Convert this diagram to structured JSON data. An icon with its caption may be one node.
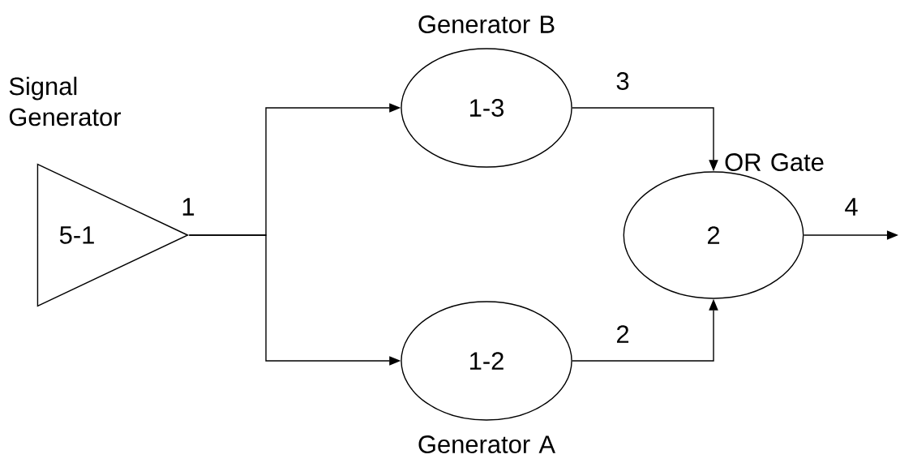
{
  "diagram": {
    "nodes": [
      {
        "text": [
          "5-1"
        ],
        "beside": [
          "Signal Generator"
        ]
      },
      {
        "text": [
          "1-3"
        ],
        "beside": [
          "Generator B"
        ]
      },
      {
        "text": [
          "1-2"
        ],
        "beside": [
          "Generator A"
        ]
      },
      {
        "text": [
          "2"
        ],
        "beside": [
          "OR Gate"
        ]
      }
    ],
    "edges": [
      {
        "from": 0,
        "to": 1,
        "arrow": "to",
        "label": "1"
      },
      {
        "from": 0,
        "to": 2,
        "arrow": "to"
      },
      {
        "from": 1,
        "to": 3,
        "arrow": "to",
        "label": "3"
      },
      {
        "from": 2,
        "to": 3,
        "arrow": "to",
        "label": "2"
      },
      {
        "from": 3,
        "to": null,
        "arrow": "to",
        "label": "4"
      }
    ]
  }
}
